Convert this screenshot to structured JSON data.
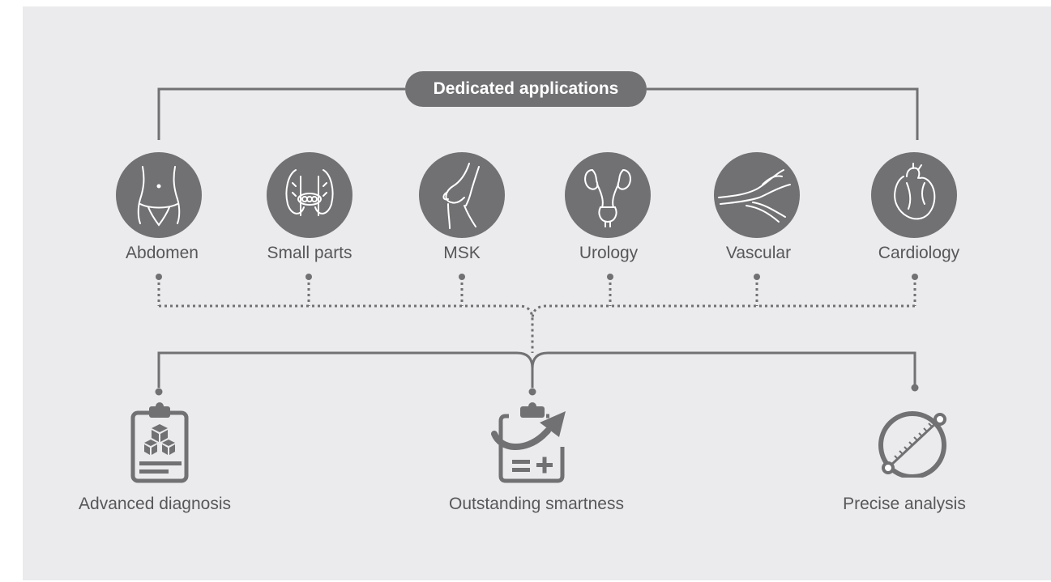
{
  "header": {
    "title": "Dedicated applications"
  },
  "applications": [
    {
      "label": "Abdomen",
      "icon": "abdomen-icon"
    },
    {
      "label": "Small parts",
      "icon": "thyroid-icon"
    },
    {
      "label": "MSK",
      "icon": "knee-joint-icon"
    },
    {
      "label": "Urology",
      "icon": "kidney-bladder-icon"
    },
    {
      "label": "Vascular",
      "icon": "blood-vessel-icon"
    },
    {
      "label": "Cardiology",
      "icon": "heart-icon"
    }
  ],
  "features": [
    {
      "label": "Advanced diagnosis",
      "icon": "clipboard-cubes-icon"
    },
    {
      "label": "Outstanding smartness",
      "icon": "clipboard-arrow-icon"
    },
    {
      "label": "Precise analysis",
      "icon": "measuring-caliper-icon"
    }
  ],
  "colors": {
    "background": "#ebebed",
    "accent": "#717174",
    "text": "#575759",
    "icon_line": "#ffffff"
  }
}
